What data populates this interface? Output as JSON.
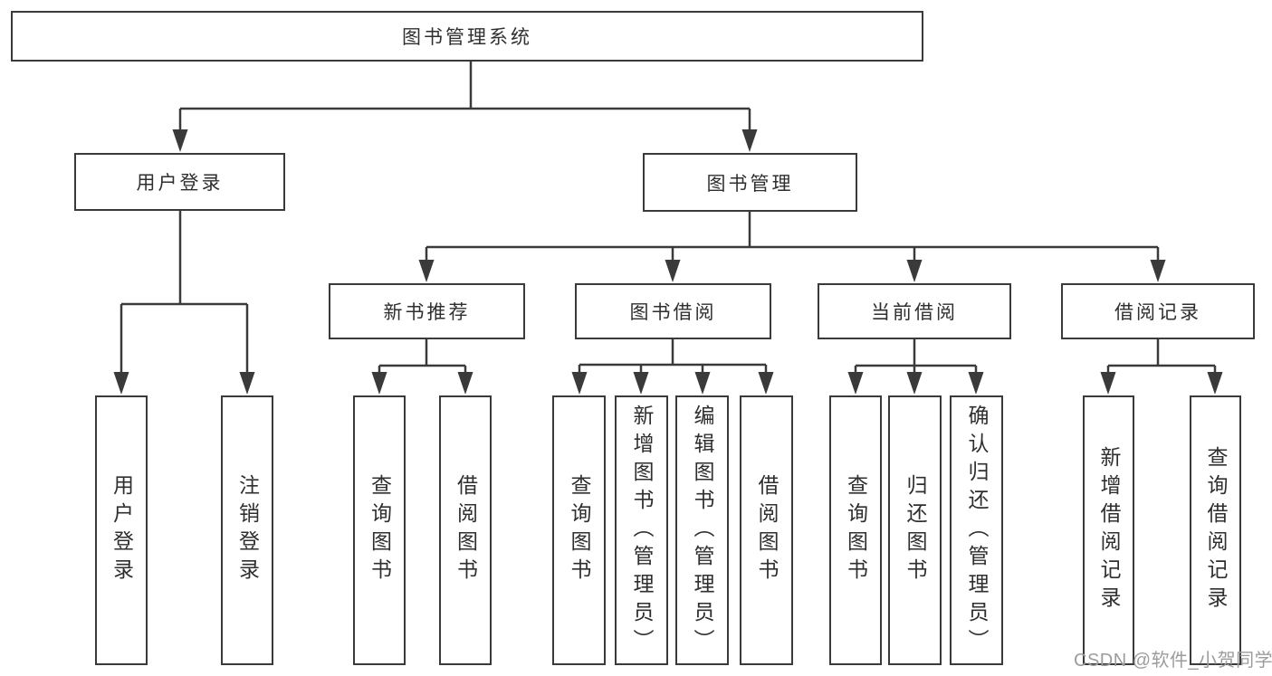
{
  "title": "图书管理系统",
  "watermark": {
    "text": "CSDN @软件_小贺同学",
    "color": "#9c9c9c"
  },
  "colors": {
    "background": "#ffffff",
    "line": "#3a3a3a",
    "box_border": "#3a3a3a",
    "box_fill": "#ffffff",
    "text": "#2f2f2f"
  },
  "tree": {
    "label": "图书管理系统",
    "children": [
      {
        "label": "用户登录",
        "children": [
          {
            "label": "用户登录"
          },
          {
            "label": "注销登录"
          }
        ]
      },
      {
        "label": "图书管理",
        "children": [
          {
            "label": "新书推荐",
            "children": [
              {
                "label": "查询图书"
              },
              {
                "label": "借阅图书"
              }
            ]
          },
          {
            "label": "图书借阅",
            "children": [
              {
                "label": "查询图书"
              },
              {
                "label": "新增图书（管理员）"
              },
              {
                "label": "编辑图书（管理员）"
              },
              {
                "label": "借阅图书"
              }
            ]
          },
          {
            "label": "当前借阅",
            "children": [
              {
                "label": "查询图书"
              },
              {
                "label": "归还图书"
              },
              {
                "label": "确认归还（管理员）"
              }
            ]
          },
          {
            "label": "借阅记录",
            "children": [
              {
                "label": "新增借阅记录"
              },
              {
                "label": "查询借阅记录"
              }
            ]
          }
        ]
      }
    ]
  }
}
